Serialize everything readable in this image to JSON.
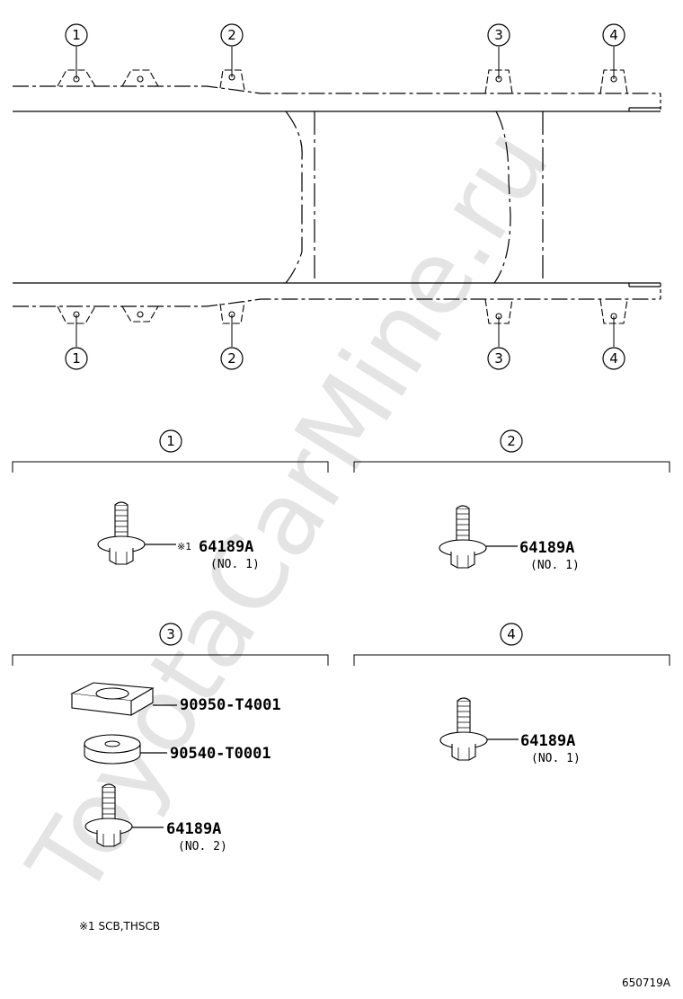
{
  "watermark": "ToyotaCarMine.ru",
  "frame_markers": {
    "top": [
      "1",
      "2",
      "3",
      "4"
    ],
    "bottom": [
      "1",
      "2",
      "3",
      "4"
    ]
  },
  "sections": [
    {
      "index": "1",
      "parts": [
        {
          "note_mark": "※1",
          "part_no": "64189A",
          "sub": "(NO. 1)"
        }
      ]
    },
    {
      "index": "2",
      "parts": [
        {
          "part_no": "64189A",
          "sub": "(NO. 1)"
        }
      ]
    },
    {
      "index": "3",
      "parts": [
        {
          "part_no": "90950-T4001"
        },
        {
          "part_no": "90540-T0001"
        },
        {
          "part_no": "64189A",
          "sub": "(NO. 2)"
        }
      ]
    },
    {
      "index": "4",
      "parts": [
        {
          "part_no": "64189A",
          "sub": "(NO. 1)"
        }
      ]
    }
  ],
  "footnote": "※1 SCB,THSCB",
  "figure_id": "650719A"
}
